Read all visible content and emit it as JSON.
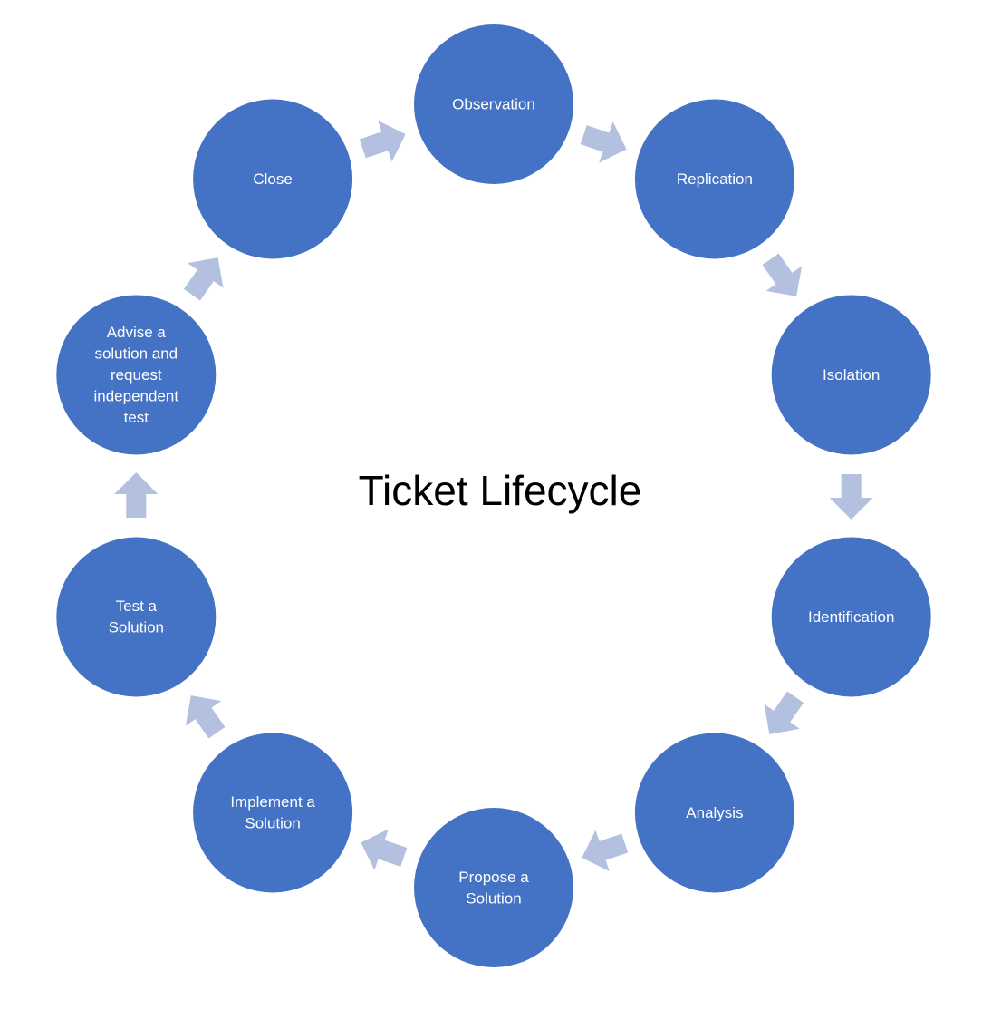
{
  "diagram": {
    "title": "Ticket Lifecycle",
    "stages": [
      {
        "lines": [
          "Observation"
        ]
      },
      {
        "lines": [
          "Replication"
        ]
      },
      {
        "lines": [
          "Isolation"
        ]
      },
      {
        "lines": [
          "Identification"
        ]
      },
      {
        "lines": [
          "Analysis"
        ]
      },
      {
        "lines": [
          "Propose a",
          "Solution"
        ]
      },
      {
        "lines": [
          "Implement a",
          "Solution"
        ]
      },
      {
        "lines": [
          "Test a",
          "Solution"
        ]
      },
      {
        "lines": [
          "Advise a",
          "solution and",
          "request",
          "independent",
          "test"
        ]
      },
      {
        "lines": [
          "Close"
        ]
      }
    ],
    "colors": {
      "circle": "#4472c4",
      "arrow": "#b4c0df",
      "label": "#ffffff",
      "title": "#000000"
    }
  }
}
